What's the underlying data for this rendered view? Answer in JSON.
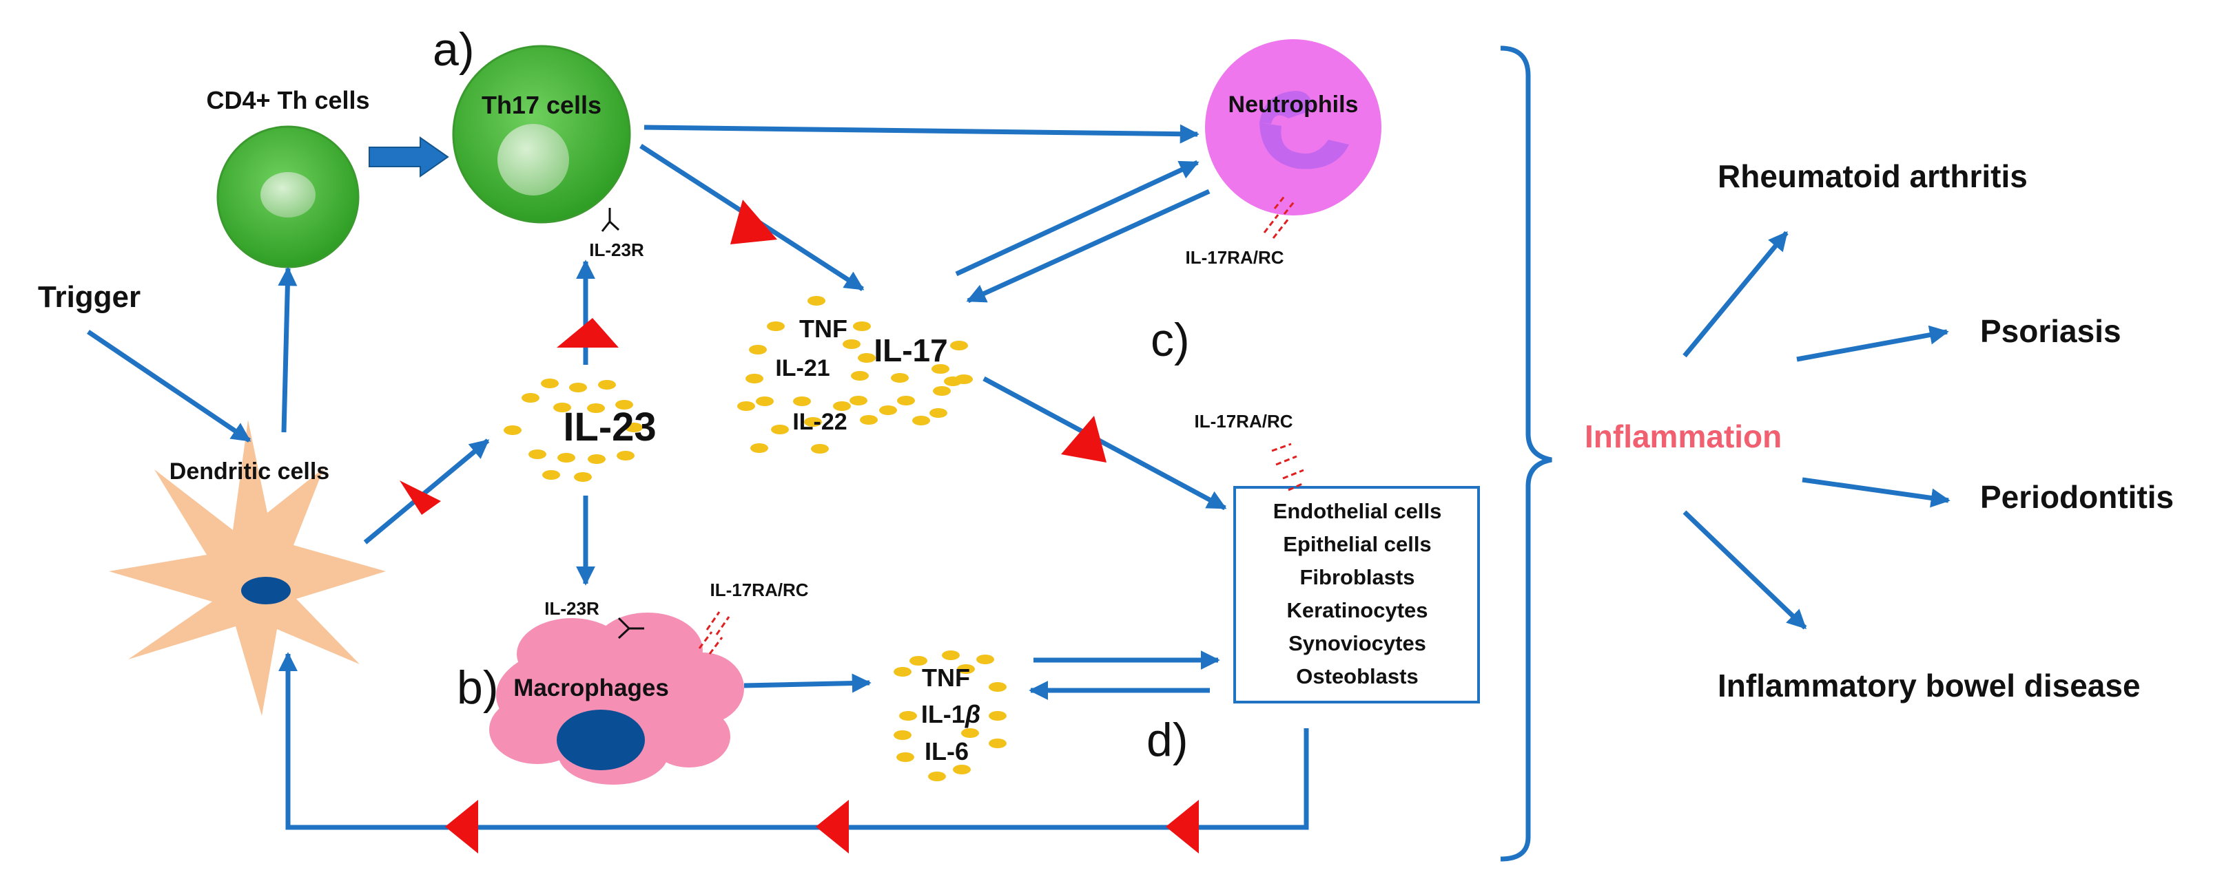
{
  "panels": {
    "a": "a)",
    "b": "b)",
    "c": "c)",
    "d": "d)"
  },
  "trigger": "Trigger",
  "cells": {
    "cd4": "CD4+ Th cells",
    "th17": "Th17 cells",
    "neutrophils": "Neutrophils",
    "dendritic": "Dendritic cells",
    "macrophages": "Macrophages"
  },
  "receptors": {
    "il23r_th17": "IL-23R",
    "il17ra_neutrophil": "IL-17RA/RC",
    "il17ra_target": "IL-17RA/RC",
    "il23r_macrophage": "IL-23R",
    "il17ra_macrophage": "IL-17RA/RC"
  },
  "cytokines": {
    "il23": "IL-23",
    "cluster_top": {
      "tnf": "TNF",
      "il17": "IL-17",
      "il21": "IL-21",
      "il22": "IL-22"
    },
    "cluster_bottom": {
      "tnf": "TNF",
      "il1b_prefix": "IL-1",
      "il1b_symbol": "β",
      "il6": "IL-6"
    }
  },
  "target_cells": [
    "Endothelial cells",
    "Epithelial cells",
    "Fibroblasts",
    "Keratinocytes",
    "Synoviocytes",
    "Osteoblasts"
  ],
  "outcome": {
    "label": "Inflammation",
    "diseases": [
      "Rheumatoid arthritis",
      "Psoriasis",
      "Periodontitis",
      "Inflammatory bowel disease"
    ]
  },
  "colors": {
    "arrow": "#1f73c2",
    "stimulate": "#ee1111",
    "green_cell": "#45b236",
    "neutrophil": "#ee77ee",
    "dendritic": "#f8c49a",
    "macrophage": "#f58fb4",
    "nucleus": "#0a4f95",
    "cytokine_dot": "#f2c21a",
    "inflammation": "#f06070"
  }
}
